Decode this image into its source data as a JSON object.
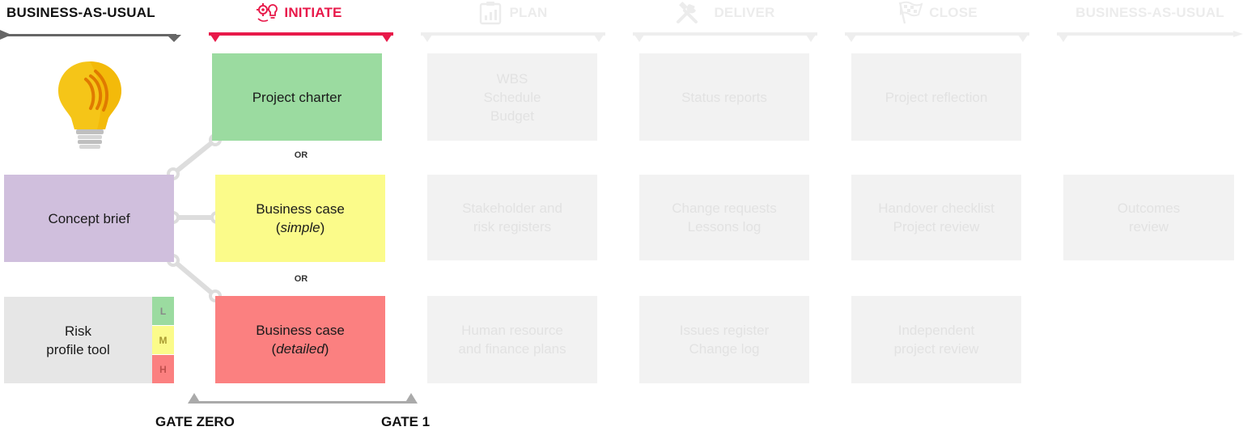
{
  "phases": {
    "bau_left": "BUSINESS-AS-USUAL",
    "initiate": "INITIATE",
    "plan": "PLAN",
    "deliver": "DELIVER",
    "close": "CLOSE",
    "bau_right": "BUSINESS-AS-USUAL"
  },
  "icons": {
    "idea": "lightbulb-icon",
    "initiate": "gear-lightbulb-icon",
    "plan": "clipboard-chart-icon",
    "deliver": "tools-icon",
    "close": "checkered-flag-icon"
  },
  "left_column": {
    "concept_brief": "Concept brief",
    "risk_line1": "Risk",
    "risk_line2": "profile tool",
    "risk_levels": [
      "L",
      "M",
      "H"
    ]
  },
  "initiate_column": {
    "charter": "Project charter",
    "or_label": "OR",
    "bc_simple_title": "Business case",
    "bc_simple_note": "simple",
    "bc_detailed_title": "Business case",
    "bc_detailed_note": "detailed"
  },
  "plan_column": {
    "row1": [
      "WBS",
      "Schedule",
      "Budget"
    ],
    "row2": [
      "Stakeholder and",
      "risk registers"
    ],
    "row3": [
      "Human resource",
      "and finance plans"
    ]
  },
  "deliver_column": {
    "row1": [
      "Status reports"
    ],
    "row2": [
      "Change requests",
      "Lessons log"
    ],
    "row3": [
      "Issues register",
      "Change log"
    ]
  },
  "close_column": {
    "row1": [
      "Project reflection"
    ],
    "row2": [
      "Handover checklist",
      "Project review"
    ],
    "row3": [
      "Independent",
      "project review"
    ]
  },
  "bau_column": {
    "row2": [
      "Outcomes",
      "review"
    ]
  },
  "gates": {
    "gate_zero": "GATE ZERO",
    "gate_one": "GATE 1"
  },
  "colors": {
    "initiate_accent": "#e8194a",
    "charter_green": "#9bdba0",
    "simple_yellow": "#fbfb8a",
    "detailed_red": "#fb8080",
    "concept_purple": "#d0bfdd",
    "risk_grey": "#e6e6e6",
    "ghost_grey": "#f2f2f2"
  }
}
